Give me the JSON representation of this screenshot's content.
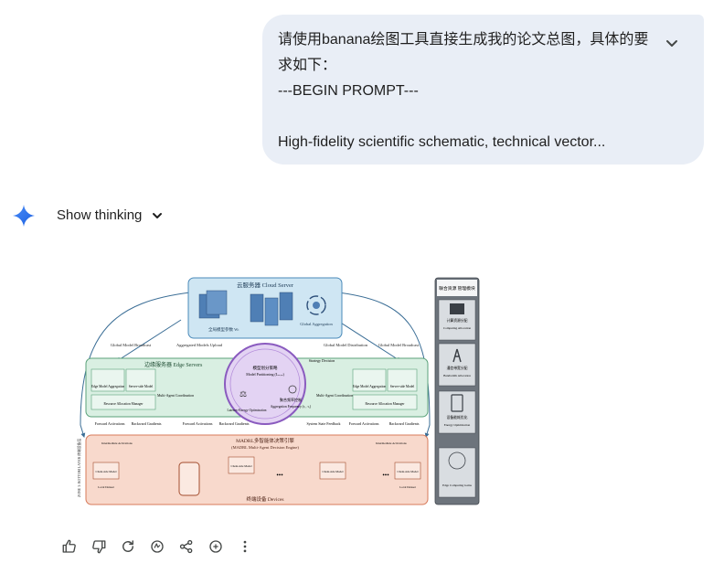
{
  "chat": {
    "user_message": {
      "lines": [
        "请使用banana绘图工具直接生成我的论文总图，具体的要",
        "求如下：",
        "---BEGIN PROMPT---",
        "",
        "High-fidelity scientific schematic, technical vector..."
      ],
      "expand_icon": "chevron-down-icon"
    },
    "response": {
      "thinking_label": "Show thinking",
      "thinking_icon": "chevron-down-icon",
      "avatar_icon": "gemini-spark-icon"
    }
  },
  "figure": {
    "cloud": {
      "title": "云服务器 Cloud Server",
      "global_param": "全局模型参数 Wₜ",
      "global_aggregation": "Global Aggregation"
    },
    "flows": {
      "global_broadcast_left": "Global Model Broadcast",
      "aggregated_upload": "Aggregated Models Upload",
      "global_distribution": "Global Model Distribution",
      "global_broadcast_right": "Global Model Broadcast",
      "strategy_decision": "Strategy Decision",
      "system_state_feedback": "System State Feedback",
      "forward_activations": "Forward Activations",
      "backward_gradients": "Backward Gradients"
    },
    "edge": {
      "title": "边缘服务器 Edge Servers",
      "edge_model_aggregation": "Edge Model Aggregation",
      "server_side_model": "Server-side Model",
      "resource_allocation": "Resource Allocation Manager",
      "multi_agent": "Multi-Agent Coordination"
    },
    "center": {
      "partition_title": "模型划分策略",
      "partition_en": "Model Partitioning (Lₘ,ₙ)",
      "aggregation_cn": "聚合频率控制",
      "aggregation_en": "Aggregation Frequency (τ₁, τ₂)",
      "latency_energy": "Latency-Energy Optimization"
    },
    "devices": {
      "engine_cn": "MADRL多智能体决策引擎",
      "engine_en": "(MADRL Multi-Agent Decision Engine)",
      "footer": "终端设备 Devices",
      "side_label": "ZONE 3: BOTTOM LAYER 终端设备层",
      "intermediate": "Intermediate Activations",
      "client_model": "Client-side Model",
      "local_dataset": "Local Dataset",
      "ellipsis": "•••"
    },
    "side_panel": {
      "title": "联合资源 管理模块",
      "items": [
        {
          "cn": "计算资源分配",
          "en": "Computing Allocation",
          "icon": "cpu-icon"
        },
        {
          "cn": "通信带宽分配",
          "en": "Bandwidth Allocation",
          "icon": "antenna-icon"
        },
        {
          "cn": "设备能耗优化",
          "en": "Energy Optimization",
          "icon": "battery-icon"
        },
        {
          "cn": "",
          "en": "Edge Computing Gains",
          "icon": "network-icon"
        }
      ]
    }
  },
  "action_bar": [
    {
      "name": "thumbs-up-icon"
    },
    {
      "name": "thumbs-down-icon"
    },
    {
      "name": "regenerate-icon"
    },
    {
      "name": "modify-response-icon"
    },
    {
      "name": "share-icon"
    },
    {
      "name": "double-check-icon"
    },
    {
      "name": "more-options-icon"
    }
  ],
  "colors": {
    "bubble_bg": "#e9eef6",
    "cloud_fill": "#cfe6f3",
    "edge_fill": "#d9efe2",
    "device_fill": "#f8d9cc",
    "center_fill": "#e3d3f3",
    "side_panel_fill": "#6d747c"
  }
}
